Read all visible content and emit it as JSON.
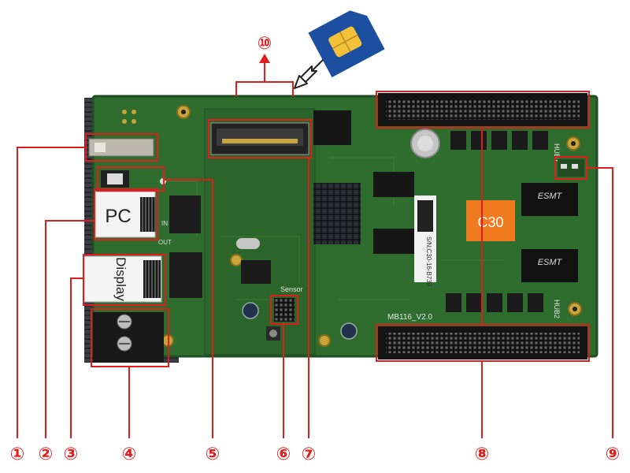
{
  "colors": {
    "board": "#2f6d2e",
    "board_dark": "#1f4f22",
    "callout": "#e01d1d",
    "heatsink": "#121418",
    "chip_orange": "#f07a1f",
    "connector": "#141414",
    "rj45_label_bg": "#f4f4f4"
  },
  "callouts": [
    {
      "number": "①",
      "icon": "callout-marker-icon"
    },
    {
      "number": "②",
      "icon": "callout-marker-icon"
    },
    {
      "number": "③",
      "icon": "callout-marker-icon"
    },
    {
      "number": "④",
      "icon": "callout-marker-icon"
    },
    {
      "number": "⑤",
      "icon": "callout-marker-icon"
    },
    {
      "number": "⑥",
      "icon": "callout-marker-icon"
    },
    {
      "number": "⑦",
      "icon": "callout-marker-icon"
    },
    {
      "number": "⑧",
      "icon": "callout-marker-icon"
    },
    {
      "number": "⑨",
      "icon": "callout-marker-icon"
    },
    {
      "number": "⑩",
      "icon": "callout-marker-icon"
    }
  ],
  "board_labels": {
    "pc": "PC",
    "display": "Display",
    "sensor": "Sensor",
    "model": "MB116_V2.0",
    "serial": "S/N:C30-16-B739",
    "chip": "C30",
    "ram1": "ESMT",
    "ram2": "ESMT",
    "hub1": "HUB1",
    "hub2": "HUB2",
    "in": "IN",
    "out": "OUT"
  },
  "icons": {
    "sim_card": "sim-card-icon",
    "insert_arrow": "insert-arrow-icon"
  }
}
